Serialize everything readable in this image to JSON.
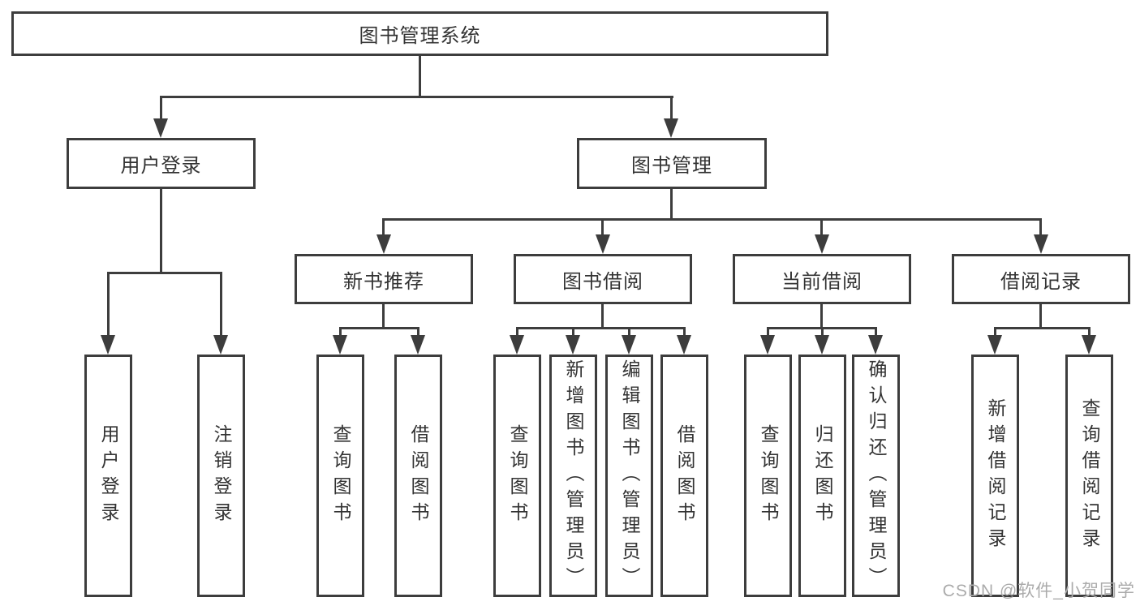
{
  "diagram": {
    "title": "图书管理系统",
    "root": {
      "label": "图书管理系统"
    },
    "level2": [
      {
        "label": "用户登录"
      },
      {
        "label": "图书管理"
      }
    ],
    "level3": [
      {
        "label": "新书推荐"
      },
      {
        "label": "图书借阅"
      },
      {
        "label": "当前借阅"
      },
      {
        "label": "借阅记录"
      }
    ],
    "leaves": {
      "login": [
        {
          "label": "用户登录"
        },
        {
          "label": "注销登录"
        }
      ],
      "newbook": [
        {
          "label": "查询图书"
        },
        {
          "label": "借阅图书"
        }
      ],
      "borrow": [
        {
          "label": "查询图书"
        },
        {
          "label": "新增图书（管理员）"
        },
        {
          "label": "编辑图书（管理员）"
        },
        {
          "label": "借阅图书"
        }
      ],
      "current": [
        {
          "label": "查询图书"
        },
        {
          "label": "归还图书"
        },
        {
          "label": "确认归还（管理员）"
        }
      ],
      "records": [
        {
          "label": "新增借阅记录"
        },
        {
          "label": "查询借阅记录"
        }
      ]
    },
    "watermark": "CSDN @软件_小贺同学",
    "colors": {
      "line": "#3d3d3d",
      "text": "#333333",
      "watermark": "#ababab",
      "background": "#ffffff"
    }
  }
}
